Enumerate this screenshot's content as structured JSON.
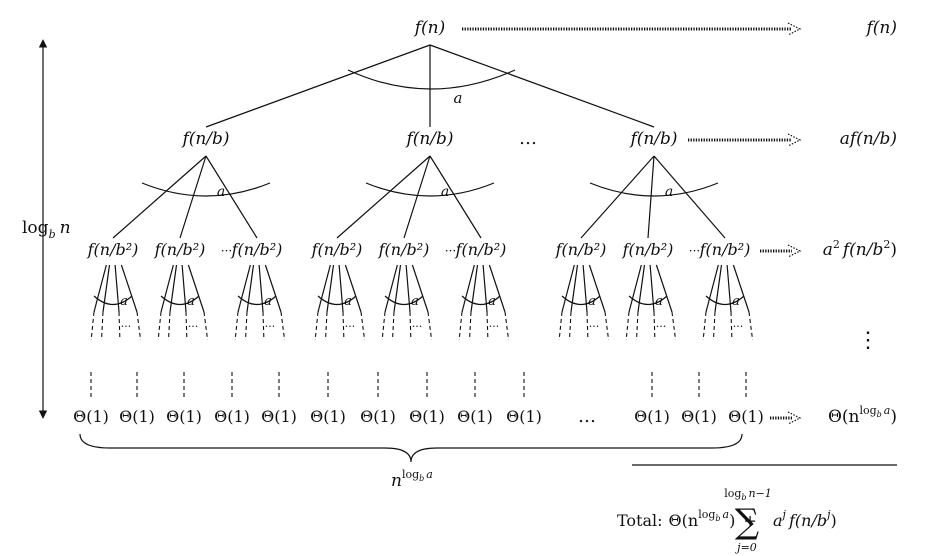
{
  "root": {
    "label": "f(n)",
    "arc_label": "a"
  },
  "level1": {
    "labels": [
      "f(n/b)",
      "f(n/b)",
      "f(n/b)"
    ],
    "ellipsis": "…",
    "arc_label": "a"
  },
  "level2": {
    "labels": [
      "f(n/b²)",
      "f(n/b²)",
      "f(n/b²)"
    ],
    "ellipsis": "···",
    "arc_label": "a",
    "sub_ellipsis": "···"
  },
  "leaves": {
    "label": "Θ(1)",
    "ellipsis": "…"
  },
  "height": {
    "text": "log",
    "sub": "b",
    "var": "n"
  },
  "width": {
    "base": "n",
    "sup": "log",
    "sup_sub": "b",
    "sup_var": "a"
  },
  "level_costs": {
    "l0": "f(n)",
    "l1": "af(n/b)",
    "l2": {
      "a": "a",
      "sup": "2",
      "rest": "f(n/b",
      "sup2": "2",
      "close": ")"
    },
    "dots": "⋮",
    "leaf": {
      "pre": "Θ(n",
      "sup": "log",
      "sup_sub": "b",
      "sup_var": "a",
      "close": ")"
    }
  },
  "total": {
    "label": "Total:",
    "term1": {
      "pre": "Θ(n",
      "sup": "log",
      "sup_sub": "b",
      "sup_var": "a",
      "close": ")"
    },
    "plus": "+",
    "sigma": "∑",
    "upper": {
      "pre": "log",
      "sub": "b",
      "post": "n−1"
    },
    "lower": "j=0",
    "term2": {
      "a": "a",
      "sup": "j",
      "rest": "f(n/b",
      "sup2": "j",
      "close": ")"
    }
  }
}
